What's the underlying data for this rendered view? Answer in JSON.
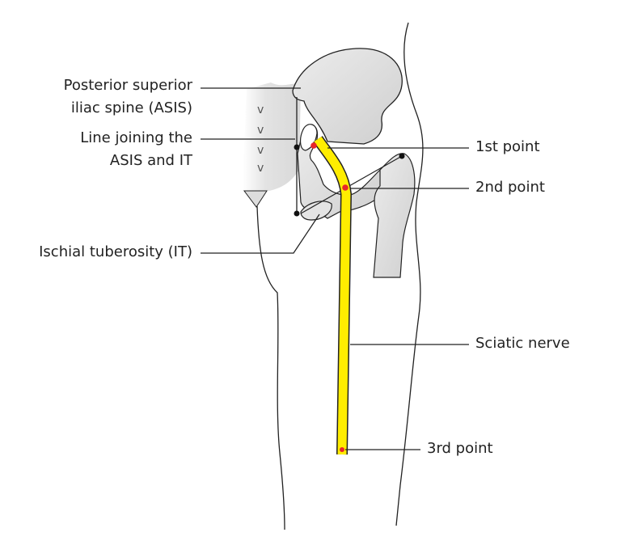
{
  "labels": {
    "psis": [
      "Posterior superior",
      "iliac spine (ASIS)"
    ],
    "line_joining": [
      "Line joining the",
      "ASIS and IT"
    ],
    "ischial_tuberosity": "Ischial tuberosity (IT)",
    "first_point": "1st point",
    "second_point": "2nd point",
    "sciatic_nerve": "Sciatic nerve",
    "third_point": "3rd point"
  },
  "colors": {
    "nerve": "#ffed00",
    "points": "#e8262a",
    "bone": "#dcdcdc",
    "outline": "#222222"
  }
}
